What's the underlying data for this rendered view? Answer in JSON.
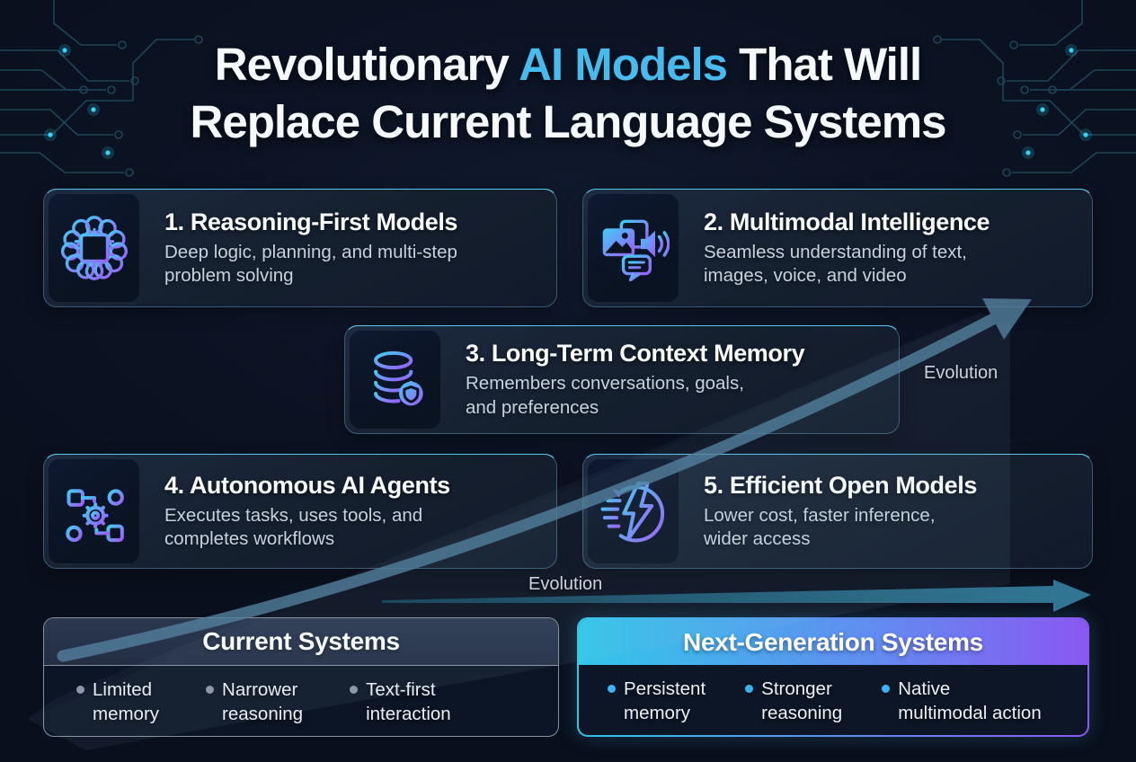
{
  "title": {
    "part1": "Revolutionary ",
    "accent": "AI Models",
    "part2": " That Will",
    "line2": "Replace Current Language Systems"
  },
  "cards": [
    {
      "icon": "brain-chip-icon",
      "title": "1. Reasoning-First Models",
      "description": "Deep logic, planning, and multi-step\nproblem solving"
    },
    {
      "icon": "multimodal-media-icon",
      "title": "2. Multimodal Intelligence",
      "description": "Seamless understanding of text,\nimages, voice, and video"
    },
    {
      "icon": "database-shield-icon",
      "title": "3. Long-Term Context Memory",
      "description": "Remembers conversations, goals,\nand preferences"
    },
    {
      "icon": "workflow-gear-icon",
      "title": "4. Autonomous AI Agents",
      "description": "Executes tasks, uses tools, and\ncompletes workflows"
    },
    {
      "icon": "speed-bolt-icon",
      "title": "5. Efficient Open Models",
      "description": "Lower cost, faster inference,\nwider access"
    }
  ],
  "evolution": {
    "diagonal_label": "Evolution",
    "horizontal_label": "Evolution"
  },
  "panels": {
    "current": {
      "title": "Current Systems",
      "items": [
        "Limited\nmemory",
        "Narrower\nreasoning",
        "Text-first\ninteraction"
      ]
    },
    "next_gen": {
      "title": "Next-Generation Systems",
      "items": [
        "Persistent\nmemory",
        "Stronger\nreasoning",
        "Native\nmultimodal action"
      ]
    }
  },
  "colors": {
    "background": "#0b1222",
    "title_accent": "#45bbee",
    "card_border": "#3a5a74",
    "card_border_top": "#55c9ec",
    "icon_gradient_start": "#41cdf5",
    "icon_gradient_end": "#9d5cf6",
    "arrow": "#3f7a99",
    "next_gen_gradient_start": "#2fc6e7",
    "next_gen_gradient_end": "#8a58f2",
    "current_bullet": "#8c96a4",
    "next_gen_bullet": "#38b5f2"
  }
}
